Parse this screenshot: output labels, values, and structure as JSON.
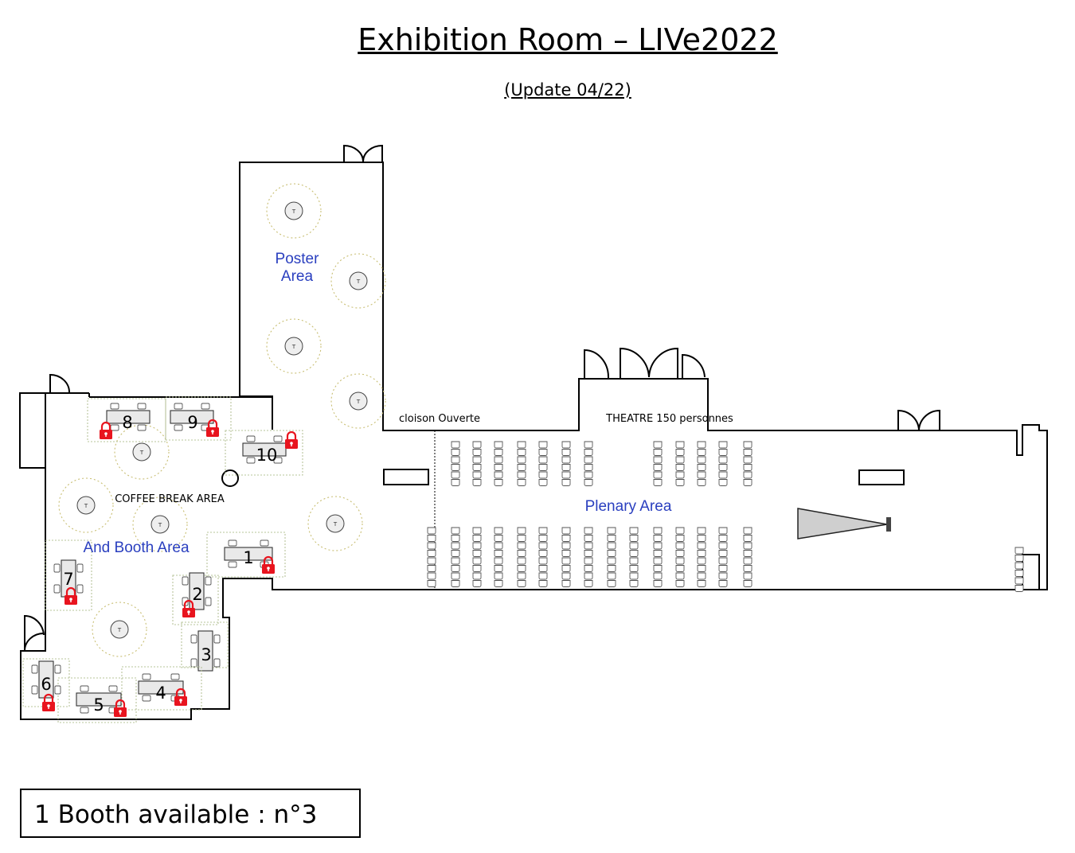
{
  "header": {
    "title": "Exhibition Room – LIVe2022",
    "subtitle": "(Update 04/22)"
  },
  "areas": {
    "poster": "Poster",
    "poster_line2": "Area",
    "coffee": "COFFEE BREAK AREA",
    "booth": "And Booth Area",
    "cloison": "cloison Ouverte",
    "theatre": "THEATRE 150 personnes",
    "plenary": "Plenary Area"
  },
  "booths": [
    {
      "number": "1",
      "locked": true
    },
    {
      "number": "2",
      "locked": true
    },
    {
      "number": "3",
      "locked": false
    },
    {
      "number": "4",
      "locked": true
    },
    {
      "number": "5",
      "locked": true
    },
    {
      "number": "6",
      "locked": true
    },
    {
      "number": "7",
      "locked": true
    },
    {
      "number": "8",
      "locked": true
    },
    {
      "number": "9",
      "locked": true
    },
    {
      "number": "10",
      "locked": true
    }
  ],
  "legend": {
    "text": "1 Booth available : n°3"
  },
  "colors": {
    "area_label": "#2a3fbf",
    "lock": "#e8141e",
    "wall": "#000000",
    "booth_outline": "#b7c49a",
    "table_zone": "#c9bf74"
  }
}
